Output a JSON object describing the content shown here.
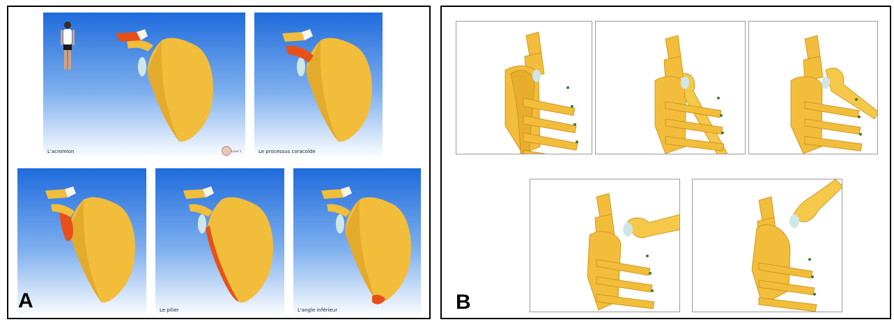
{
  "panel_a": {
    "letter": "A",
    "tiles": [
      {
        "caption": "L'acromion",
        "badge": "Level 1",
        "highlight": "acromion"
      },
      {
        "caption": "Le processus coracoïde",
        "highlight": "coracoid"
      },
      {
        "caption": "",
        "highlight": "glenoid"
      },
      {
        "caption": "Le pilier",
        "highlight": "pillar"
      },
      {
        "caption": "L'angle inférieur",
        "highlight": "inferior-angle"
      }
    ]
  },
  "panel_b": {
    "letter": "B",
    "views": [
      {
        "arm_angle": "rest"
      },
      {
        "arm_angle": "slight-abduction"
      },
      {
        "arm_angle": "45-degree-abduction"
      },
      {
        "arm_angle": "90-degree-abduction"
      },
      {
        "arm_angle": "full-elevation"
      }
    ]
  },
  "colors": {
    "bone": "#f2bd3a",
    "bone_shade": "#d89a1f",
    "highlight": "#e8501a",
    "sky_top": "#1f6bdc",
    "sky_bottom": "#ffffff",
    "cartilage": "#cfe6e6",
    "rib_joint": "#3b7a34"
  }
}
